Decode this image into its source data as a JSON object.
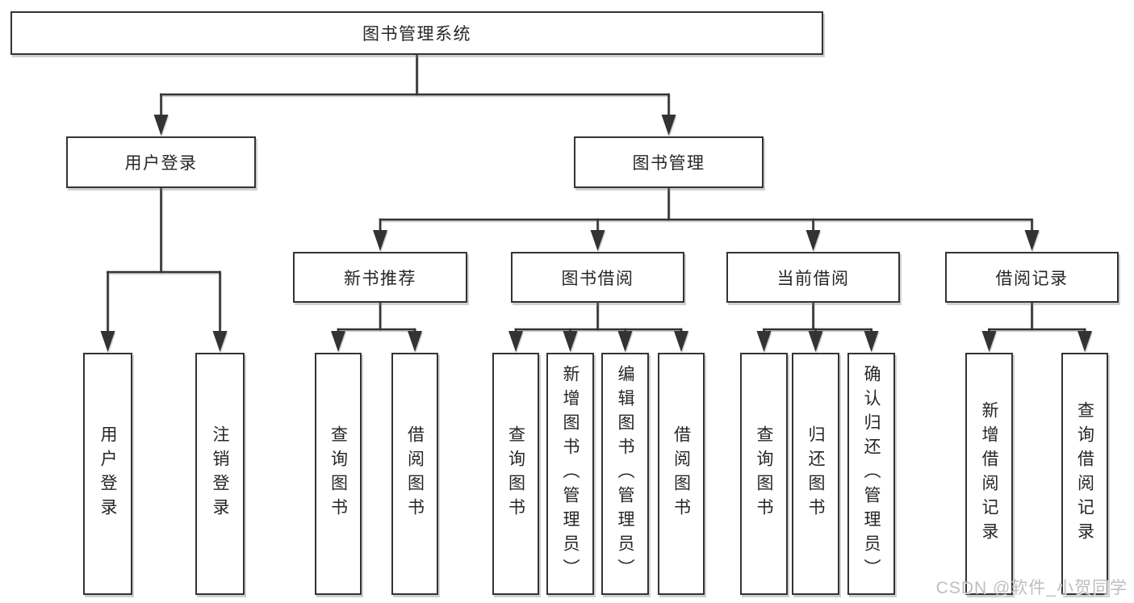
{
  "diagram_title": "图书管理系统",
  "nodes": [
    {
      "id": "root",
      "label": "图书管理系统",
      "orientation": "horizontal"
    },
    {
      "id": "user-login",
      "label": "用户登录",
      "orientation": "horizontal"
    },
    {
      "id": "book-mgmt",
      "label": "图书管理",
      "orientation": "horizontal"
    },
    {
      "id": "new-book-rec",
      "label": "新书推荐",
      "orientation": "horizontal"
    },
    {
      "id": "book-borrow",
      "label": "图书借阅",
      "orientation": "horizontal"
    },
    {
      "id": "current-borrow",
      "label": "当前借阅",
      "orientation": "horizontal"
    },
    {
      "id": "borrow-records",
      "label": "借阅记录",
      "orientation": "horizontal"
    },
    {
      "id": "leaf-user-login",
      "label": "用户登录",
      "orientation": "vertical"
    },
    {
      "id": "leaf-logout",
      "label": "注销登录",
      "orientation": "vertical"
    },
    {
      "id": "leaf-query-books-1",
      "label": "查询图书",
      "orientation": "vertical"
    },
    {
      "id": "leaf-borrow-books-1",
      "label": "借阅图书",
      "orientation": "vertical"
    },
    {
      "id": "leaf-query-books-2",
      "label": "查询图书",
      "orientation": "vertical"
    },
    {
      "id": "leaf-add-book",
      "label": "新增图书（管理员）",
      "orientation": "vertical"
    },
    {
      "id": "leaf-edit-book",
      "label": "编辑图书（管理员）",
      "orientation": "vertical"
    },
    {
      "id": "leaf-borrow-books-2",
      "label": "借阅图书",
      "orientation": "vertical"
    },
    {
      "id": "leaf-query-books-3",
      "label": "查询图书",
      "orientation": "vertical"
    },
    {
      "id": "leaf-return-book",
      "label": "归还图书",
      "orientation": "vertical"
    },
    {
      "id": "leaf-confirm-return",
      "label": "确认归还（管理员）",
      "orientation": "vertical"
    },
    {
      "id": "leaf-add-borrow-record",
      "label": "新增借阅记录",
      "orientation": "vertical"
    },
    {
      "id": "leaf-query-borrow-record",
      "label": "查询借阅记录",
      "orientation": "vertical"
    }
  ],
  "edges": [
    {
      "parent": "root",
      "children": [
        "user-login",
        "book-mgmt"
      ]
    },
    {
      "parent": "user-login",
      "children": [
        "leaf-user-login",
        "leaf-logout"
      ]
    },
    {
      "parent": "book-mgmt",
      "children": [
        "new-book-rec",
        "book-borrow",
        "current-borrow",
        "borrow-records"
      ]
    },
    {
      "parent": "new-book-rec",
      "children": [
        "leaf-query-books-1",
        "leaf-borrow-books-1"
      ]
    },
    {
      "parent": "book-borrow",
      "children": [
        "leaf-query-books-2",
        "leaf-add-book",
        "leaf-edit-book",
        "leaf-borrow-books-2"
      ]
    },
    {
      "parent": "current-borrow",
      "children": [
        "leaf-query-books-3",
        "leaf-return-book",
        "leaf-confirm-return"
      ]
    },
    {
      "parent": "borrow-records",
      "children": [
        "leaf-add-borrow-record",
        "leaf-query-borrow-record"
      ]
    }
  ],
  "watermark": {
    "text": "CSDN @软件_小贺同学"
  },
  "colors": {
    "line": "#333333",
    "box_border": "#333333",
    "text": "#262626",
    "background": "#ffffff",
    "watermark": "#b3b3b3"
  }
}
